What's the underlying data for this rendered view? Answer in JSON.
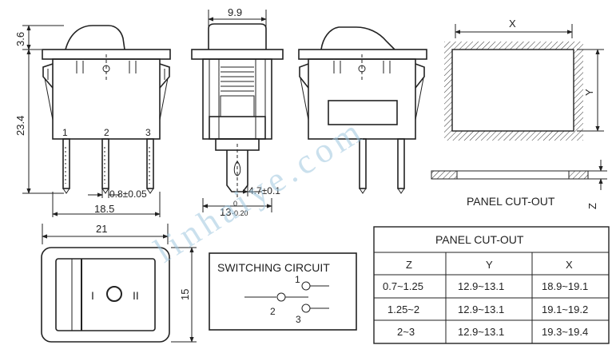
{
  "dimensions": {
    "height_top": "3.6",
    "height_body": "23.4",
    "pin_1": "1",
    "pin_2": "2",
    "pin_3": "3",
    "pin_thickness": "0.8±0.05",
    "pitch": "18.5",
    "width_top": "9.9",
    "pin_width": "4.7±0.1",
    "width_side": "13",
    "tol_upper": "0",
    "tol_lower": "-0.20",
    "front_width": "21",
    "front_height": "15"
  },
  "panel_cutout": {
    "x_label": "X",
    "y_label": "Y",
    "z_label": "Z",
    "caption": "PANEL CUT-OUT"
  },
  "switching_circuit": {
    "title": "SWITCHING CIRCUIT",
    "pin_1": "1",
    "pin_2": "2",
    "pin_3": "3"
  },
  "front_symbols": {
    "off_symbol": "I",
    "mid_symbol": "O",
    "on_symbol": "II"
  },
  "cutout_table": {
    "title": "PANEL CUT-OUT",
    "headers": [
      "Z",
      "Y",
      "X"
    ],
    "rows": [
      [
        "0.7~1.25",
        "12.9~13.1",
        "18.9~19.1"
      ],
      [
        "1.25~2",
        "12.9~13.1",
        "19.1~19.2"
      ],
      [
        "2~3",
        "12.9~13.1",
        "19.3~19.4"
      ]
    ]
  },
  "watermark": "linhaiye.com"
}
